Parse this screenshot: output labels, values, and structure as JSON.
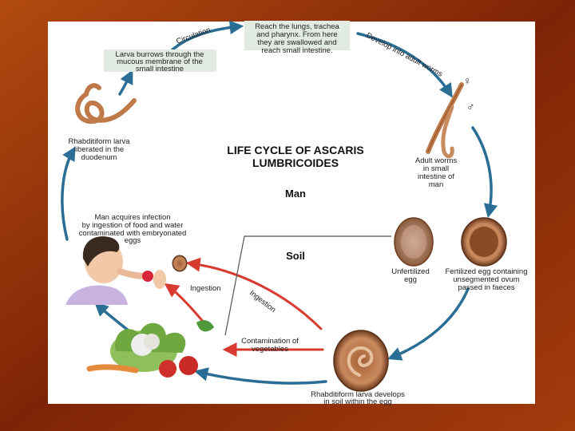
{
  "title": [
    "LIFE CYCLE OF ASCARIS",
    "LUMBRICOIDES"
  ],
  "hosts": {
    "man": "Man",
    "soil": "Soil"
  },
  "stages": {
    "lungs": [
      "Reach the lungs, trachea",
      "and pharynx. From here",
      "they are swallowed and",
      "reach small intestine."
    ],
    "burrow": [
      "Larva burrows through the",
      "mucous membrane of the",
      "small intestine"
    ],
    "rhabditiform_duodenum": [
      "Rhabditiform larva",
      "liberated in the",
      "duodenum"
    ],
    "adult": [
      "Adult worms",
      "in small",
      "intestine of",
      "man"
    ],
    "unfertilized": [
      "Unfertilized",
      "egg"
    ],
    "fertilized": [
      "Fertilized egg containing",
      "unsegmented ovum",
      "passed in faeces"
    ],
    "larva_soil": [
      "Rhabditiform larva develops",
      "in soil within the egg"
    ],
    "infection": [
      "Man acquires infection",
      "by ingestion of food and water",
      "contaminated with embryonated",
      "eggs"
    ],
    "contamination": [
      "Contamination of",
      "vegetables"
    ]
  },
  "arrows": {
    "circulation": "Circulation",
    "develop": "Develop into adult worms",
    "ingestion1": "Ingestion",
    "ingestion2": "Ingestion"
  },
  "symbols": {
    "female": "♀",
    "male": "♂"
  },
  "colors": {
    "background": "#8a2a08",
    "panel": "#ffffff",
    "cycle_arrow": "#2a6e96",
    "ingestion_arrow": "#d83a30",
    "worm": "#c07a4a",
    "egg": "#b9764d",
    "label_box": "#e2ebe2"
  }
}
